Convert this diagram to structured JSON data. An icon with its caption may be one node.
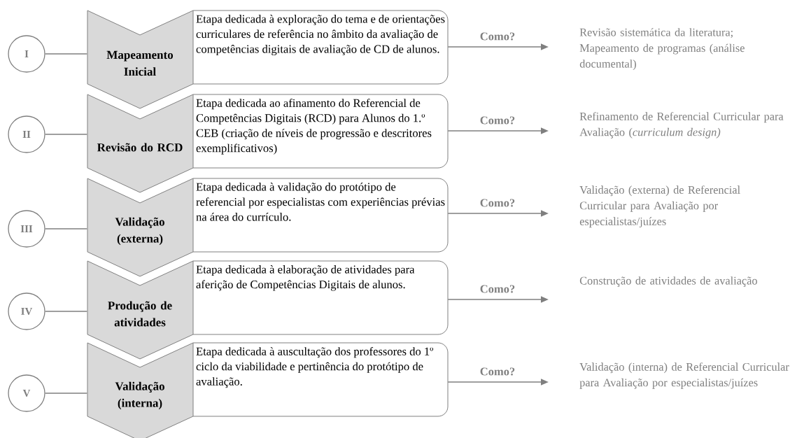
{
  "diagram": {
    "nodes": [
      {
        "text": [
          "I"
        ]
      },
      {
        "text": [
          "Mapeamento Inicial"
        ]
      },
      {
        "text": [
          "Etapa dedicada à exploração do tema e de orientações curriculares de referência no âmbito da avaliação de competências digitais de avaliação de CD de alunos."
        ]
      },
      {
        "text": [
          "Revisão sistemática da literatura; Mapeamento de programas (análise documental)"
        ]
      },
      {
        "text": [
          "II"
        ]
      },
      {
        "text": [
          "Revisão do RCD"
        ]
      },
      {
        "text": [
          "Etapa dedicada ao afinamento do Referencial de Competências Digitais (RCD) para Alunos do 1.º CEB (criação de níveis de progressão e descritores exemplificativos)"
        ]
      },
      {
        "text": [
          "Refinamento de Referencial Curricular para Avaliação (*curriculum design)*"
        ]
      },
      {
        "text": [
          "III"
        ]
      },
      {
        "text": [
          "Validação (externa)"
        ]
      },
      {
        "text": [
          "Etapa dedicada à validação do protótipo de referencial por especialistas com experiências prévias na área do currículo."
        ]
      },
      {
        "text": [
          "Validação (externa) de Referencial Curricular para Avaliação por especialistas/juízes"
        ]
      },
      {
        "text": [
          "IV"
        ]
      },
      {
        "text": [
          "Produção de atividades"
        ]
      },
      {
        "text": [
          "Etapa dedicada à elaboração de atividades para aferição de Competências Digitais de alunos."
        ]
      },
      {
        "text": [
          "Construção de atividades de avaliação"
        ]
      },
      {
        "text": [
          "V"
        ]
      },
      {
        "text": [
          "Validação (interna)"
        ]
      },
      {
        "text": [
          "Etapa dedicada à auscultação dos professores do 1º ciclo da viabilidade e pertinência do protótipo de avaliação."
        ]
      },
      {
        "text": [
          "Validação (interna) de Referencial Curricular para Avaliação por especialistas/juízes"
        ]
      }
    ],
    "edges": [
      {
        "from": 0,
        "to": 1,
        "arrow": "none"
      },
      {
        "from": 2,
        "to": 3,
        "arrow": "to",
        "label": "Como?"
      },
      {
        "from": 4,
        "to": 5,
        "arrow": "none"
      },
      {
        "from": 6,
        "to": 7,
        "arrow": "to",
        "label": "Como?"
      },
      {
        "from": 8,
        "to": 9,
        "arrow": "none"
      },
      {
        "from": 10,
        "to": 11,
        "arrow": "to",
        "label": "Como?"
      },
      {
        "from": 12,
        "to": 13,
        "arrow": "none"
      },
      {
        "from": 14,
        "to": 15,
        "arrow": "to",
        "label": "Como?"
      },
      {
        "from": 16,
        "to": 17,
        "arrow": "none"
      },
      {
        "from": 18,
        "to": 19,
        "arrow": "to",
        "label": "Como?"
      }
    ]
  }
}
